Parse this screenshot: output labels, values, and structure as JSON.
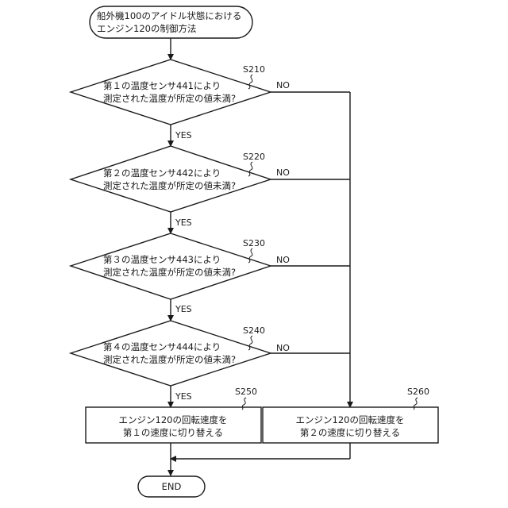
{
  "start": {
    "line1": "船外機100のアイドル状態における",
    "line2": "エンジン120の制御方法"
  },
  "decisions": [
    {
      "step": "S210",
      "line1": "第１の温度センサ441により",
      "line2": "測定された温度が所定の値未満?",
      "yes": "YES",
      "no": "NO"
    },
    {
      "step": "S220",
      "line1": "第２の温度センサ442により",
      "line2": "測定された温度が所定の値未満?",
      "yes": "YES",
      "no": "NO"
    },
    {
      "step": "S230",
      "line1": "第３の温度センサ443により",
      "line2": "測定された温度が所定の値未満?",
      "yes": "YES",
      "no": "NO"
    },
    {
      "step": "S240",
      "line1": "第４の温度センサ444により",
      "line2": "測定された温度が所定の値未満?",
      "yes": "YES",
      "no": "NO"
    }
  ],
  "actions": [
    {
      "step": "S250",
      "line1": "エンジン120の回転速度を",
      "line2": "第１の速度に切り替える"
    },
    {
      "step": "S260",
      "line1": "エンジン120の回転速度を",
      "line2": "第２の速度に切り替える"
    }
  ],
  "end": {
    "label": "END"
  }
}
